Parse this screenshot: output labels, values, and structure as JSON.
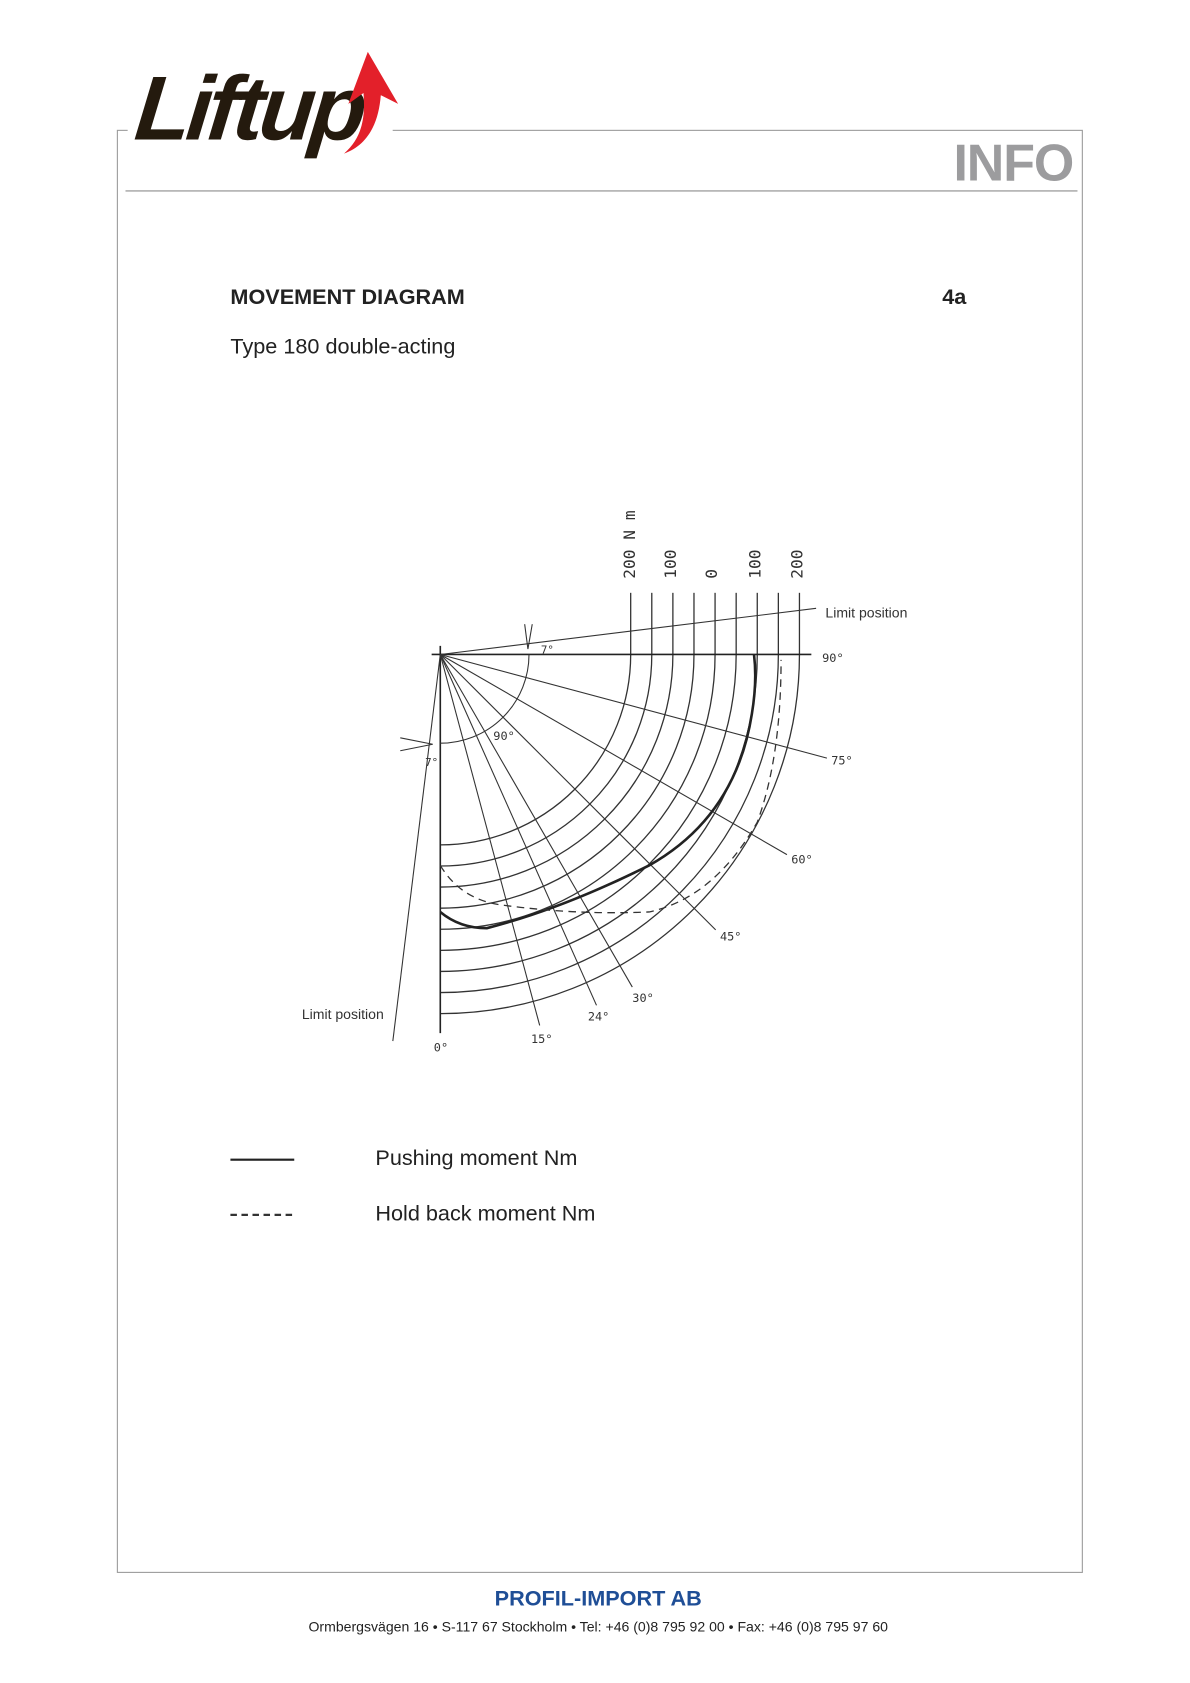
{
  "header": {
    "logo_text": "Liftup",
    "info_label": "INFO"
  },
  "section": {
    "title": "MOVEMENT DIAGRAM",
    "number": "4a",
    "subtitle": "Type 180 double-acting"
  },
  "diagram": {
    "scale_labels": [
      "200 N m",
      "100",
      "0",
      "100",
      "200"
    ],
    "angle_lines_deg": [
      15,
      24,
      30,
      45,
      60,
      75
    ],
    "angle_labels": [
      "0°",
      "15°",
      "24°",
      "30°",
      "45°",
      "60°",
      "75°",
      "90°"
    ],
    "limit_label_top": "Limit position",
    "limit_label_bottom": "Limit position",
    "range_label": "90°",
    "offset_label_top": "7°",
    "offset_label_left": "7°",
    "limit_offset_deg": 7
  },
  "legend": {
    "pushing": "Pushing moment Nm",
    "hold_back": "Hold back moment Nm"
  },
  "footer": {
    "company": "PROFIL-IMPORT AB",
    "address": "Ormbergsvägen 16 • S-117 67 Stockholm • Tel: +46 (0)8 795 92 00 • Fax: +46 (0)8 795 97 60"
  },
  "colors": {
    "brand_red": "#e3202a",
    "logo_dark": "#241a0e",
    "info_gray": "#9c9c9e",
    "company_blue": "#1f4e96"
  }
}
